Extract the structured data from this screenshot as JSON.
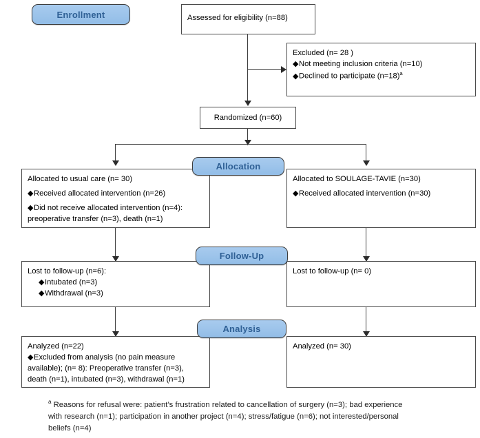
{
  "diagram": {
    "title": "CONSORT participant flow diagram",
    "accent_blue": "#9cc3ea",
    "accent_blue_text": "#2f6095",
    "border_color": "#4a4a4a"
  },
  "stages": {
    "enrollment": "Enrollment",
    "allocation": "Allocation",
    "followup": "Follow-Up",
    "analysis": "Analysis"
  },
  "enrollment": {
    "assessed": "Assessed for eligibility (n=88)",
    "excluded_title": "Excluded  (n= 28 )",
    "excluded_items": [
      "Not meeting inclusion criteria (n=10)",
      "Declined to participate (n=18)"
    ],
    "excluded_item2_superscript": "a",
    "randomized": "Randomized (n=60)"
  },
  "allocation": {
    "left": {
      "title": "Allocated to usual care (n= 30)",
      "items": [
        "Received allocated intervention (n=26)",
        "Did not receive allocated intervention (n=4):"
      ],
      "continuation": "preoperative transfer (n=3), death (n=1)"
    },
    "right": {
      "title": "Allocated to SOULAGE-TAVIE (n=30)",
      "items": [
        "Received allocated intervention (n=30)"
      ]
    }
  },
  "followup": {
    "left": {
      "title": "Lost to follow-up (n=6):",
      "items": [
        "Intubated (n=3)",
        "Withdrawal (n=3)"
      ]
    },
    "right": {
      "title": "Lost to follow-up (n= 0)",
      "items": []
    }
  },
  "analysis": {
    "left": {
      "title": "Analyzed (n=22)",
      "items": [
        "Excluded from analysis (no pain measure"
      ],
      "continuation1": "available); (n= 8): Preoperative transfer (n=3),",
      "continuation2": "death (n=1), intubated (n=3), withdrawal (n=1)"
    },
    "right": {
      "title": "Analyzed  (n= 30)"
    }
  },
  "footnote": {
    "marker": "a",
    "line1": "Reasons for refusal were: patient’s frustration related to cancellation of surgery (n=3); bad experience",
    "line2": "with research (n=1); participation in another project (n=4); stress/fatigue (n=6); not interested/personal",
    "line3": "beliefs (n=4)"
  }
}
